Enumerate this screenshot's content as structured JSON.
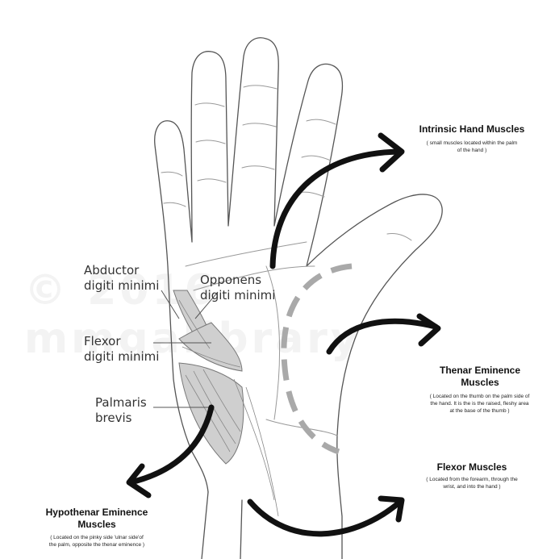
{
  "watermark": "© 2016 mmgalibrary",
  "hand_labels": {
    "abductor": [
      "Abductor",
      "digiti minimi"
    ],
    "opponens": [
      "Opponens",
      "digiti minimi"
    ],
    "flexor": [
      "Flexor",
      "digiti minimi"
    ],
    "palmaris": [
      "Palmaris",
      "brevis"
    ]
  },
  "callouts": {
    "intrinsic": {
      "title": "Intrinsic Hand Muscles",
      "note_lines": [
        "( small muscles located within the palm",
        "of the hand )"
      ]
    },
    "thenar": {
      "title_lines": [
        "Thenar Eminence",
        "Muscles"
      ],
      "note_lines": [
        "( Located on the thumb on the palm side of",
        "the hand. It is the is the raised, fleshy area",
        "at the base of the thumb )"
      ]
    },
    "flexor": {
      "title": "Flexor Muscles",
      "note_lines": [
        "( Located from the forearm, through the",
        "wrist, and into the hand )"
      ]
    },
    "hypothenar": {
      "title_lines": [
        "Hypothenar Eminence",
        "Muscles"
      ],
      "note_lines": [
        "( Located on the pinky side 'ulnar side'of",
        "the palm, opposite the thenar eminence )"
      ]
    }
  }
}
